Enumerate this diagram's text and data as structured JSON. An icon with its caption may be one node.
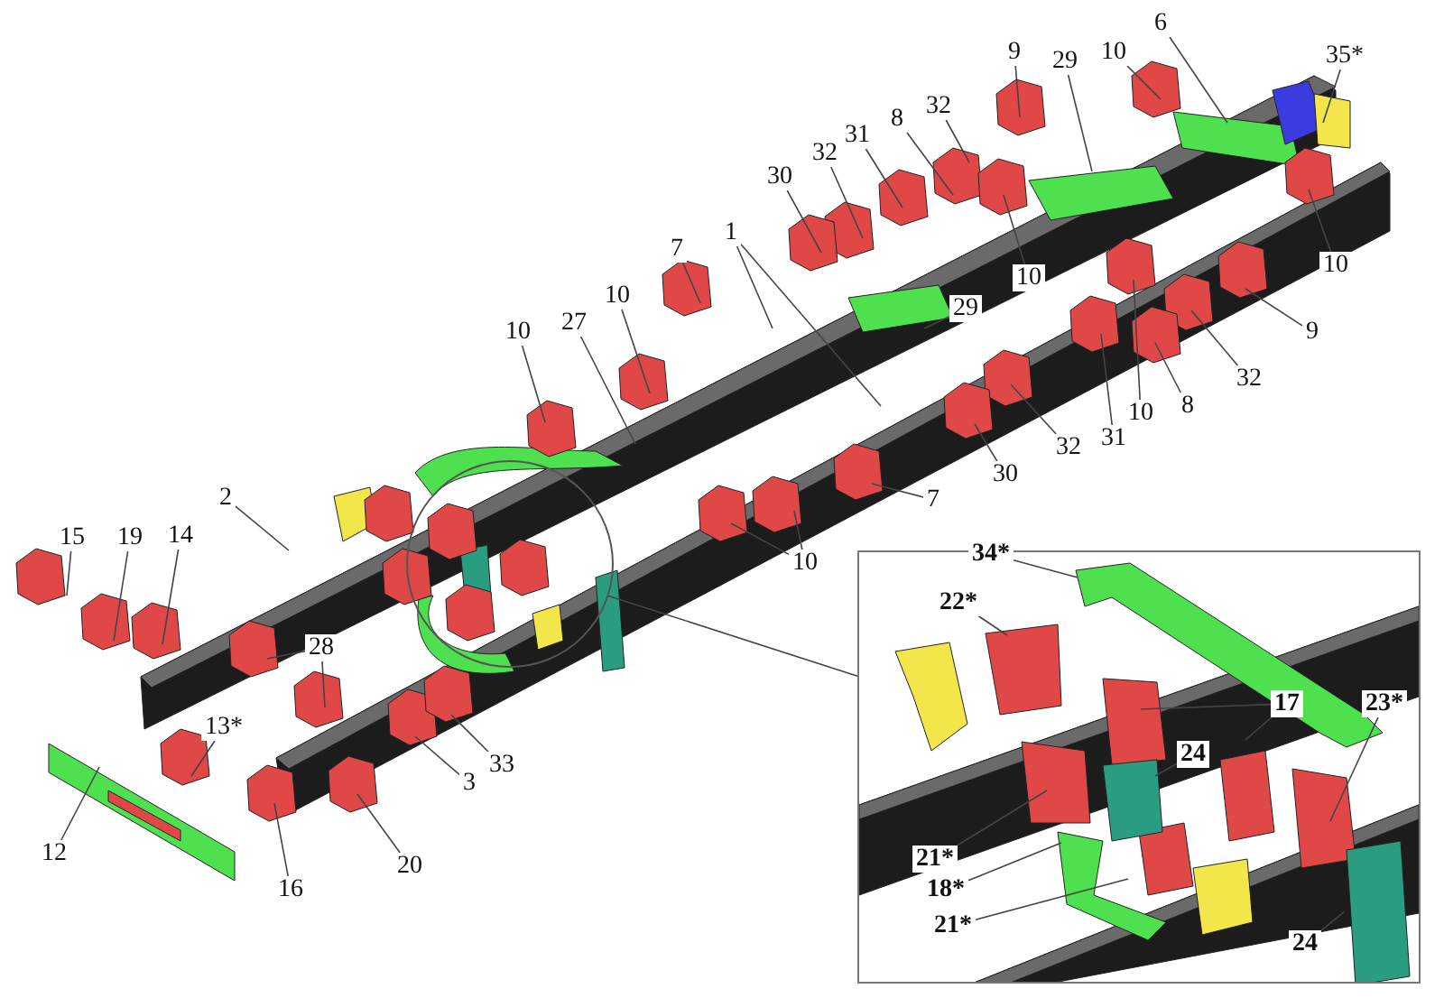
{
  "diagram": {
    "nodes": [
      {
        "text": [
          "6"
        ]
      },
      {
        "text": [
          "35*"
        ]
      },
      {
        "text": [
          "9"
        ]
      },
      {
        "text": [
          "10"
        ]
      },
      {
        "text": [
          "29"
        ]
      },
      {
        "text": [
          "32"
        ]
      },
      {
        "text": [
          "8"
        ]
      },
      {
        "text": [
          "31"
        ]
      },
      {
        "text": [
          "32"
        ]
      },
      {
        "text": [
          "30"
        ]
      },
      {
        "text": [
          "1"
        ]
      },
      {
        "text": [
          "7"
        ]
      },
      {
        "text": [
          "10"
        ]
      },
      {
        "text": [
          "10"
        ]
      },
      {
        "text": [
          "10"
        ]
      },
      {
        "text": [
          "29"
        ]
      },
      {
        "text": [
          "27"
        ]
      },
      {
        "text": [
          "9"
        ]
      },
      {
        "text": [
          "10"
        ]
      },
      {
        "text": [
          "32"
        ]
      },
      {
        "text": [
          "8"
        ]
      },
      {
        "text": [
          "10"
        ]
      },
      {
        "text": [
          "31"
        ]
      },
      {
        "text": [
          "32"
        ]
      },
      {
        "text": [
          "30"
        ]
      },
      {
        "text": [
          "7"
        ]
      },
      {
        "text": [
          "2"
        ]
      },
      {
        "text": [
          "15"
        ]
      },
      {
        "text": [
          "19"
        ]
      },
      {
        "text": [
          "14"
        ]
      },
      {
        "text": [
          "10"
        ]
      },
      {
        "text": [
          "28"
        ]
      },
      {
        "text": [
          "13*"
        ]
      },
      {
        "text": [
          "3"
        ]
      },
      {
        "text": [
          "33"
        ]
      },
      {
        "text": [
          "12"
        ]
      },
      {
        "text": [
          "20"
        ]
      },
      {
        "text": [
          "16"
        ]
      },
      {
        "text": [],
        "shape": "circle"
      },
      {
        "text": [],
        "shape": "box"
      },
      {
        "text": [
          "34*"
        ],
        "in": 39
      },
      {
        "text": [
          "22*"
        ],
        "in": 39
      },
      {
        "text": [
          "17"
        ],
        "in": 39
      },
      {
        "text": [
          "23*"
        ],
        "in": 39
      },
      {
        "text": [
          "24"
        ],
        "in": 39
      },
      {
        "text": [
          "21*"
        ],
        "in": 39
      },
      {
        "text": [
          "18*"
        ],
        "in": 39
      },
      {
        "text": [
          "21*"
        ],
        "in": 39
      },
      {
        "text": [
          "24"
        ],
        "in": 39
      }
    ],
    "edges": [
      {
        "from": 0,
        "to": null,
        "arrow": "none"
      },
      {
        "from": 1,
        "to": null,
        "arrow": "none"
      },
      {
        "from": 2,
        "to": null,
        "arrow": "none"
      },
      {
        "from": 3,
        "to": null,
        "arrow": "none"
      },
      {
        "from": 4,
        "to": null,
        "arrow": "none"
      },
      {
        "from": 5,
        "to": null,
        "arrow": "none"
      },
      {
        "from": 6,
        "to": null,
        "arrow": "none"
      },
      {
        "from": 7,
        "to": null,
        "arrow": "none"
      },
      {
        "from": 8,
        "to": null,
        "arrow": "none"
      },
      {
        "from": 9,
        "to": null,
        "arrow": "none"
      },
      {
        "from": 10,
        "to": null,
        "arrow": "none"
      },
      {
        "from": 10,
        "to": null,
        "arrow": "none"
      },
      {
        "from": 11,
        "to": null,
        "arrow": "none"
      },
      {
        "from": 12,
        "to": null,
        "arrow": "none"
      },
      {
        "from": 13,
        "to": null,
        "arrow": "none"
      },
      {
        "from": 14,
        "to": null,
        "arrow": "none"
      },
      {
        "from": 15,
        "to": null,
        "arrow": "none"
      },
      {
        "from": 16,
        "to": null,
        "arrow": "none"
      },
      {
        "from": 17,
        "to": null,
        "arrow": "none"
      },
      {
        "from": 18,
        "to": null,
        "arrow": "none"
      },
      {
        "from": 19,
        "to": null,
        "arrow": "none"
      },
      {
        "from": 20,
        "to": null,
        "arrow": "none"
      },
      {
        "from": 21,
        "to": null,
        "arrow": "none"
      },
      {
        "from": 22,
        "to": null,
        "arrow": "none"
      },
      {
        "from": 23,
        "to": null,
        "arrow": "none"
      },
      {
        "from": 24,
        "to": null,
        "arrow": "none"
      },
      {
        "from": 25,
        "to": null,
        "arrow": "none"
      },
      {
        "from": 26,
        "to": null,
        "arrow": "none"
      },
      {
        "from": 27,
        "to": null,
        "arrow": "none"
      },
      {
        "from": 28,
        "to": null,
        "arrow": "none"
      },
      {
        "from": 29,
        "to": null,
        "arrow": "none"
      },
      {
        "from": 30,
        "to": null,
        "arrow": "none"
      },
      {
        "from": 30,
        "to": null,
        "arrow": "none"
      },
      {
        "from": 31,
        "to": null,
        "arrow": "none"
      },
      {
        "from": 31,
        "to": null,
        "arrow": "none"
      },
      {
        "from": 32,
        "to": null,
        "arrow": "none"
      },
      {
        "from": 33,
        "to": null,
        "arrow": "none"
      },
      {
        "from": 34,
        "to": null,
        "arrow": "none"
      },
      {
        "from": 35,
        "to": null,
        "arrow": "none"
      },
      {
        "from": 36,
        "to": null,
        "arrow": "none"
      },
      {
        "from": 37,
        "to": null,
        "arrow": "none"
      },
      {
        "from": 38,
        "to": 39,
        "arrow": "none"
      },
      {
        "from": 40,
        "to": null,
        "arrow": "none"
      },
      {
        "from": 41,
        "to": null,
        "arrow": "none"
      },
      {
        "from": 42,
        "to": null,
        "arrow": "none"
      },
      {
        "from": 42,
        "to": null,
        "arrow": "none"
      },
      {
        "from": 43,
        "to": null,
        "arrow": "none"
      },
      {
        "from": 44,
        "to": null,
        "arrow": "none"
      },
      {
        "from": 45,
        "to": null,
        "arrow": "none"
      },
      {
        "from": 46,
        "to": null,
        "arrow": "none"
      },
      {
        "from": 47,
        "to": null,
        "arrow": "none"
      },
      {
        "from": 48,
        "to": null,
        "arrow": "none"
      }
    ]
  }
}
